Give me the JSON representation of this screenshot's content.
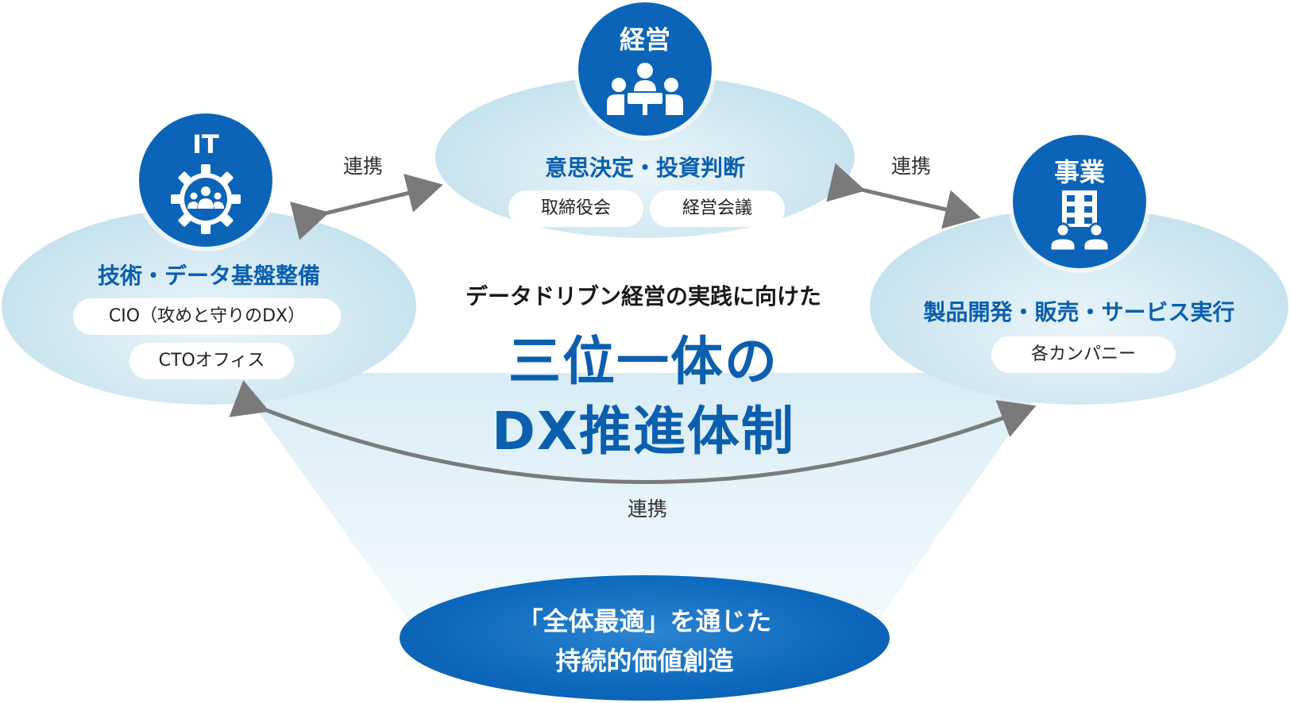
{
  "center": {
    "subtitle": "データドリブン経営の実践に向けた",
    "title_line1": "三位一体の",
    "title_line2": "DX推進体制"
  },
  "links": {
    "left": "連携",
    "right": "連携",
    "bottom": "連携"
  },
  "management": {
    "circle_label": "経営",
    "title": "意思決定・投資判断",
    "items": [
      "取締役会",
      "経営会議"
    ]
  },
  "it": {
    "circle_label": "IT",
    "title": "技術・データ基盤整備",
    "items": [
      "CIO（攻めと守りのDX）",
      "CTOオフィス"
    ]
  },
  "business": {
    "circle_label": "事業",
    "title": "製品開発・販売・サービス実行",
    "items": [
      "各カンパニー"
    ]
  },
  "outcome": {
    "line1": "「全体最適」を通じた",
    "line2": "持続的価値創造"
  },
  "icons": {
    "management": "meeting-icon",
    "it": "gear-team-icon",
    "business": "building-people-icon"
  },
  "colors": {
    "primary_blue": "#0b5fae",
    "circle_blue": "#0b64b8",
    "ellipse_light": "#cfe7f1",
    "arrow_gray": "#7a7a7a"
  }
}
